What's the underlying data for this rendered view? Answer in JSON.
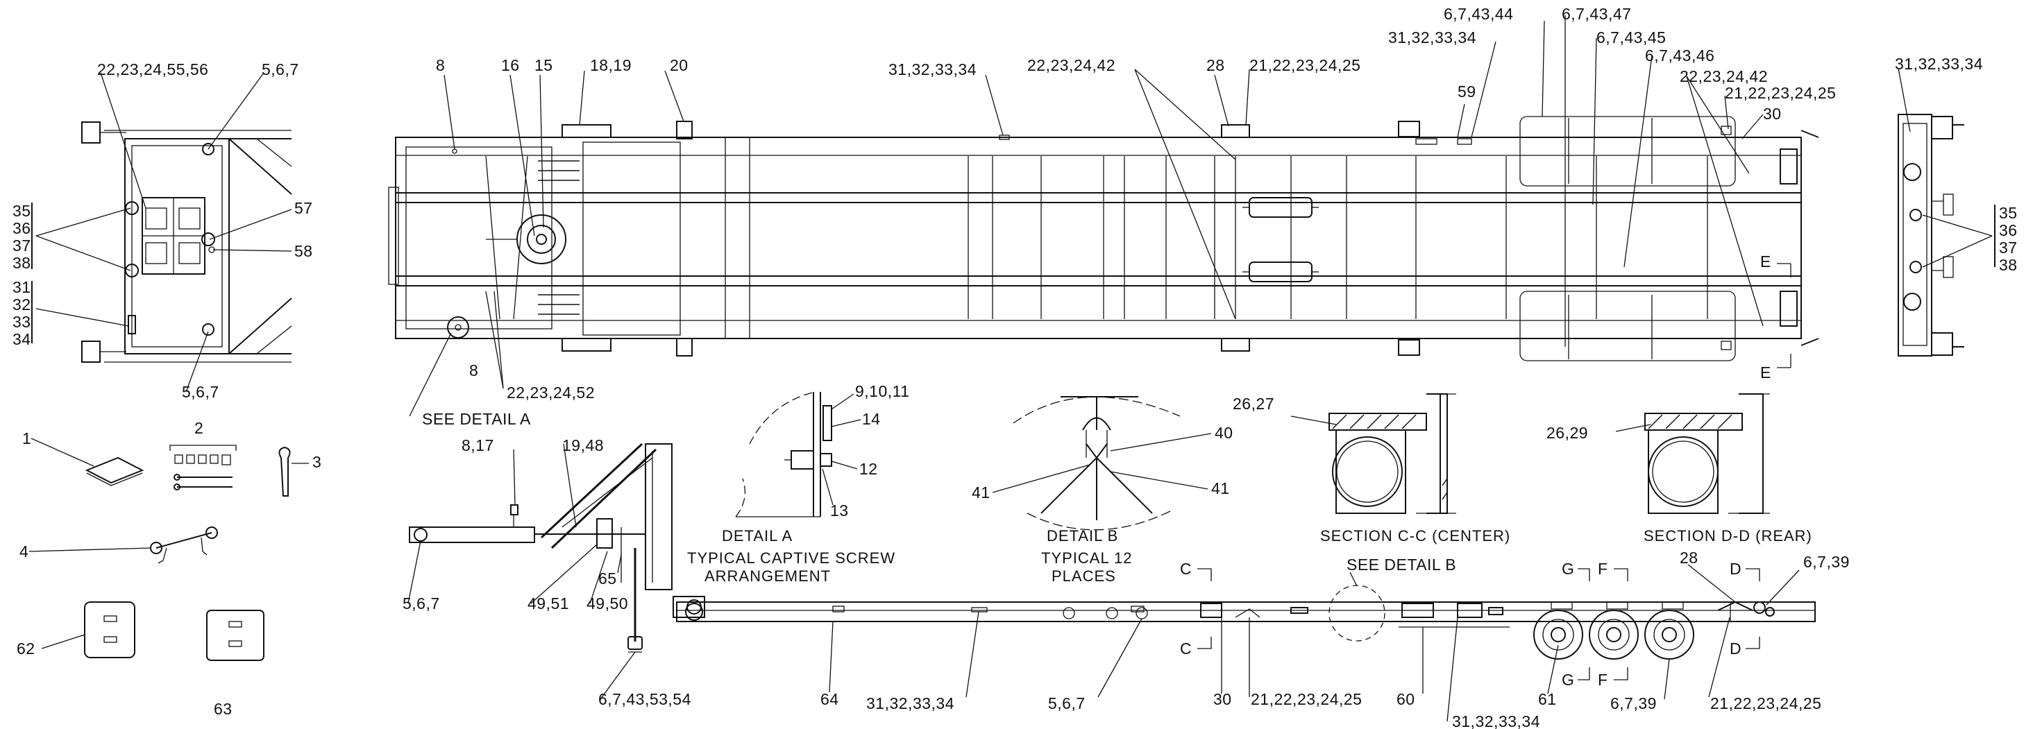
{
  "figure": {
    "detail_a": {
      "title": "DETAIL A",
      "caption_1": "TYPICAL CAPTIVE SCREW",
      "caption_2": "ARRANGEMENT"
    },
    "detail_b": {
      "title": "DETAIL B",
      "caption_1": "TYPICAL 12",
      "caption_2": "PLACES"
    },
    "section_cc": {
      "title": "SECTION C-C (CENTER)"
    },
    "section_dd": {
      "title": "SECTION D-D (REAR)"
    },
    "see_detail_a": "SEE DETAIL A",
    "see_detail_b": "SEE DETAIL B"
  },
  "callouts": {
    "fv_22_23_24_55_56": "22,23,24,55,56",
    "fv_5_6_7_top": "5,6,7",
    "fv_35": "35",
    "fv_36": "36",
    "fv_37": "37",
    "fv_38": "38",
    "fv_31": "31",
    "fv_32": "32",
    "fv_33": "33",
    "fv_34": "34",
    "fv_57": "57",
    "fv_58": "58",
    "fv_5_6_7_bottom": "5,6,7",
    "tp_8_top": "8",
    "tp_16": "16",
    "tp_15": "15",
    "tp_18_19": "18,19",
    "tp_20": "20",
    "tp_31_32_33_34_a": "31,32,33,34",
    "tp_22_23_24_42_a": "22,23,24,42",
    "tp_28": "28",
    "tp_21_22_23_24_25_a": "21,22,23,24,25",
    "tp_31_32_33_34_b": "31,32,33,34",
    "tp_59": "59",
    "tp_6_7_43_44": "6,7,43,44",
    "tp_6_7_43_47": "6,7,43,47",
    "tp_6_7_43_45": "6,7,43,45",
    "tp_6_7_43_46": "6,7,43,46",
    "tp_22_23_24_42_b": "22,23,24,42",
    "tp_21_22_23_24_25_b": "21,22,23,24,25",
    "tp_30": "30",
    "tp_E_top": "E",
    "tp_E_bottom": "E",
    "tp_8_bottom": "8",
    "tp_22_23_24_52": "22,23,24,52",
    "rv_31_32_33_34": "31,32,33,34",
    "rv_35": "35",
    "rv_36": "36",
    "rv_37": "37",
    "rv_38": "38",
    "acc_1": "1",
    "acc_2": "2",
    "acc_3": "3",
    "acc_4": "4",
    "acc_62": "62",
    "acc_63": "63",
    "gn_8_17": "8,17",
    "gn_19_48": "19,48",
    "gn_5_6_7": "5,6,7",
    "gn_49_51": "49,51",
    "gn_49_50": "49,50",
    "gn_65": "65",
    "gn_6_7_43_53_54": "6,7,43,53,54",
    "da_9_10_11": "9,10,11",
    "da_14": "14",
    "da_12": "12",
    "da_13": "13",
    "db_40": "40",
    "db_41_left": "41",
    "db_41_right": "41",
    "sc_26_27": "26,27",
    "sd_26_29": "26,29",
    "sv_C_top": "C",
    "sv_C_bottom": "C",
    "sv_G_top": "G",
    "sv_F_top": "F",
    "sv_G_bottom": "G",
    "sv_F_bottom": "F",
    "sv_D_top": "D",
    "sv_D_bottom": "D",
    "sv_28": "28",
    "sv_6_7_39_top": "6,7,39",
    "sv_64": "64",
    "sv_31_32_33_34": "31,32,33,34",
    "sv_5_6_7": "5,6,7",
    "sv_30": "30",
    "sv_21_22_23_24_25_a": "21,22,23,24,25",
    "sv_60": "60",
    "sv_31_32_33_34_b": "31,32,33,34",
    "sv_61": "61",
    "sv_6_7_39_bottom": "6,7,39",
    "sv_21_22_23_24_25_b": "21,22,23,24,25"
  }
}
